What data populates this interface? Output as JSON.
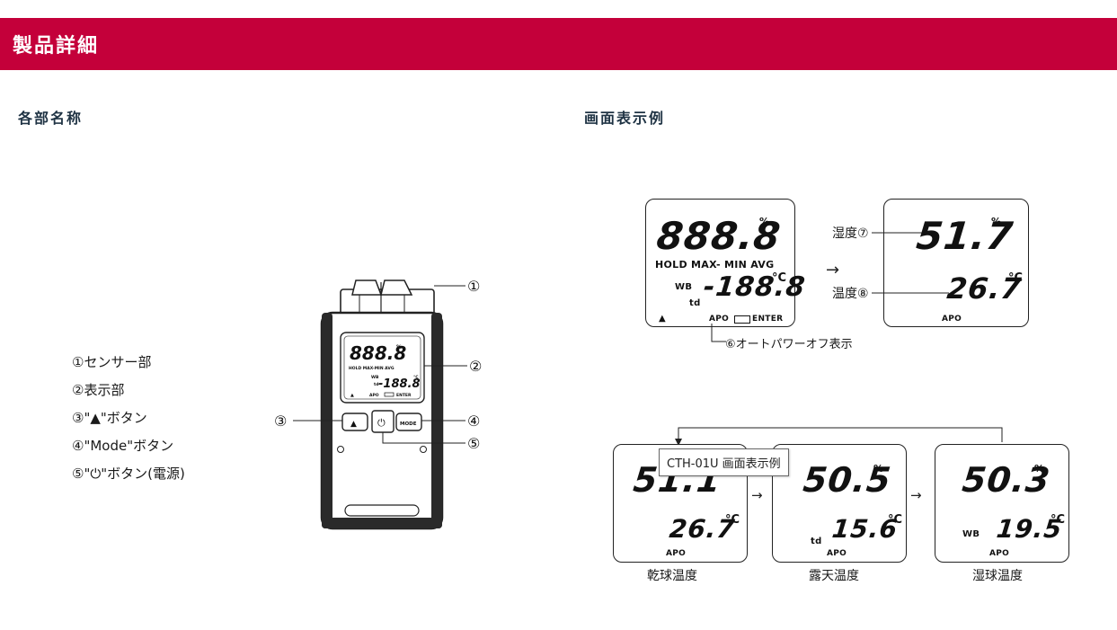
{
  "header": {
    "title": "製品詳細",
    "bg": "#c4003a"
  },
  "sections": {
    "parts_title": "各部名称",
    "display_title": "画面表示例"
  },
  "parts_list": [
    "①センサー部",
    "②表示部",
    "③\"▲\"ボタン",
    "④\"Mode\"ボタン",
    "⑤\"⏻\"ボタン(電源)"
  ],
  "device": {
    "callouts": [
      "①",
      "②",
      "③",
      "④",
      "⑤"
    ],
    "lcd_main": "888.8",
    "lcd_sub": "-188.8",
    "lcd_percent": "%",
    "lcd_celsius": "°C",
    "lcd_hold": "HOLD MAX-MIN AVG",
    "lcd_wb": "WB",
    "lcd_td": "td",
    "lcd_apo": "APO",
    "lcd_enter": "ENTER",
    "lcd_up": "▲",
    "btn_up": "▲",
    "btn_power": "⏻",
    "btn_mode": "MODE"
  },
  "display_examples": {
    "full": {
      "main": "888.8",
      "percent": "%",
      "hold": "HOLD MAX- MIN AVG",
      "wb": "WB",
      "td": "td",
      "sub": "-188.8",
      "celsius": "°C",
      "up": "▲",
      "apo": "APO",
      "enter": "ENTER"
    },
    "arrow": "→",
    "normal": {
      "main": "51.7",
      "percent": "%",
      "sub": "26.7",
      "celsius": "°C",
      "apo": "APO"
    },
    "humidity_label": "湿度⑦",
    "temperature_label": "温度⑧",
    "apo_label": "⑥オートパワーオフ表示",
    "tooltip": "CTH-01U 画面表示例",
    "screens": [
      {
        "main": "51.1",
        "percent": "%",
        "tag": "",
        "sub": "26.7",
        "celsius": "°C",
        "apo": "APO",
        "caption": "乾球温度"
      },
      {
        "main": "50.5",
        "percent": "%",
        "tag": "td",
        "sub": "15.6",
        "celsius": "°C",
        "apo": "APO",
        "caption": "露天温度"
      },
      {
        "main": "50.3",
        "percent": "%",
        "tag": "WB",
        "sub": "19.5",
        "celsius": "°C",
        "apo": "APO",
        "caption": "湿球温度"
      }
    ],
    "screen_arrows": [
      "→",
      "→"
    ]
  }
}
